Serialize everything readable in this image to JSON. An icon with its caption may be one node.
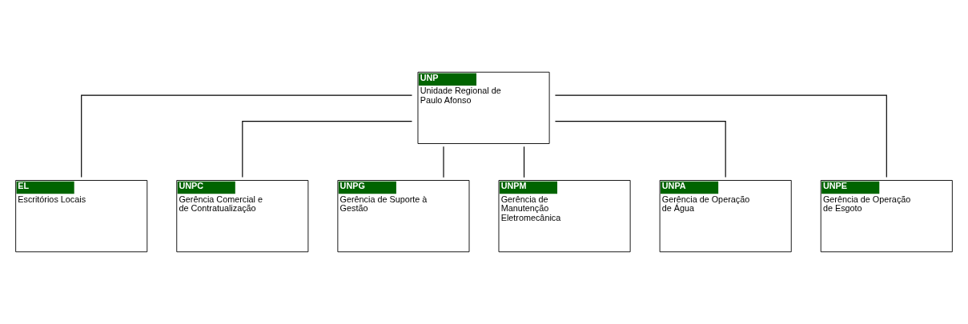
{
  "diagram": {
    "nodes": [
      {
        "text": [
          "UNP",
          "Unidade Regional de Paulo Afonso"
        ]
      },
      {
        "text": [
          "EL",
          "Escritórios Locais"
        ]
      },
      {
        "text": [
          "UNPC",
          "Gerência Comercial e de Contratualização"
        ]
      },
      {
        "text": [
          "UNPG",
          "Gerência de Suporte à Gestão"
        ]
      },
      {
        "text": [
          "UNPM",
          "Gerência de Manutenção Eletromecânica"
        ]
      },
      {
        "text": [
          "UNPA",
          "Gerência de Operação de Água"
        ]
      },
      {
        "text": [
          "UNPE",
          "Gerência de Operação de Esgoto"
        ]
      }
    ],
    "edges": [
      {
        "from": 0,
        "to": 1,
        "arrow": "none"
      },
      {
        "from": 0,
        "to": 2,
        "arrow": "none"
      },
      {
        "from": 0,
        "to": 3,
        "arrow": "none"
      },
      {
        "from": 0,
        "to": 4,
        "arrow": "none"
      },
      {
        "from": 0,
        "to": 5,
        "arrow": "none"
      },
      {
        "from": 0,
        "to": 6,
        "arrow": "none"
      }
    ]
  }
}
